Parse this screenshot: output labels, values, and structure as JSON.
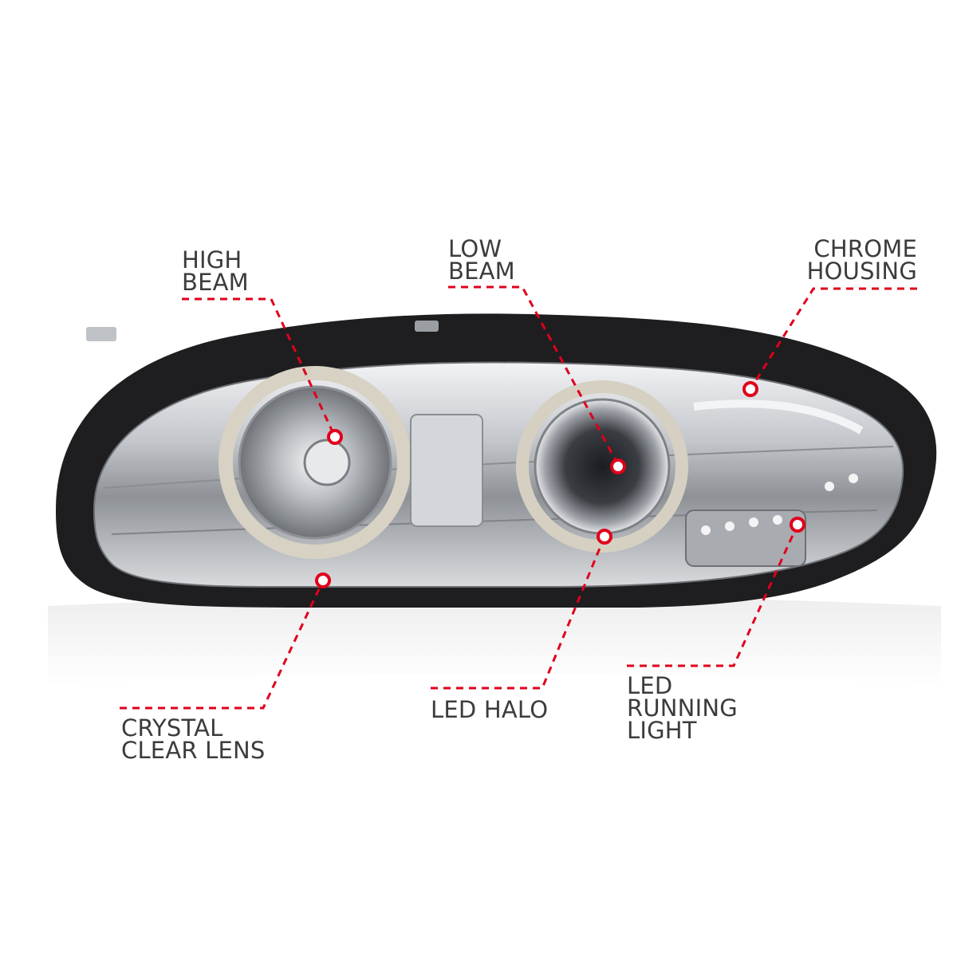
{
  "colors": {
    "callout_line": "#e0001b",
    "marker_fill": "#ffffff",
    "marker_stroke": "#e0001b",
    "label_text": "#3c3c3c",
    "housing": "#1e1e20",
    "chrome": "#c9ccd0"
  },
  "callouts": {
    "high_beam": {
      "line1": "HIGH",
      "line2": "BEAM"
    },
    "low_beam": {
      "line1": "LOW",
      "line2": "BEAM"
    },
    "chrome_housing": {
      "line1": "CHROME",
      "line2": "HOUSING"
    },
    "crystal_clear_lens": {
      "line1": "CRYSTAL",
      "line2": "CLEAR LENS"
    },
    "led_halo": {
      "line1": "LED HALO"
    },
    "led_running_light": {
      "line1": "LED",
      "line2": "RUNNING",
      "line3": "LIGHT"
    }
  }
}
